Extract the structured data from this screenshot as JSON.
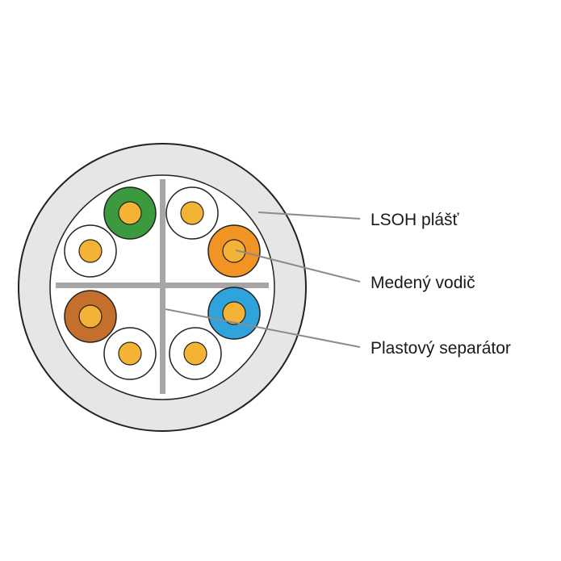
{
  "labels": {
    "jacket": "LSOH plášť",
    "conductor": "Medený vodič",
    "separator": "Plastový separátor"
  },
  "colors": {
    "jacket_fill": "#e6e6e6",
    "outline": "#222222",
    "separator": "#a6a6a6",
    "conductor_core": "#f5b335",
    "white_insulation": "#ffffff",
    "green": "#3a9a3d",
    "orange": "#f29423",
    "brown": "#c56f2d",
    "blue": "#2ea3dc",
    "leader_line": "#8c8c8c"
  },
  "wires": [
    {
      "name": "wire-green",
      "insulation": "green"
    },
    {
      "name": "wire-white-green",
      "insulation": "white_insulation"
    },
    {
      "name": "wire-white-orange",
      "insulation": "white_insulation"
    },
    {
      "name": "wire-orange",
      "insulation": "orange"
    },
    {
      "name": "wire-brown",
      "insulation": "brown"
    },
    {
      "name": "wire-white-brown",
      "insulation": "white_insulation"
    },
    {
      "name": "wire-white-blue",
      "insulation": "white_insulation"
    },
    {
      "name": "wire-blue",
      "insulation": "blue"
    }
  ]
}
